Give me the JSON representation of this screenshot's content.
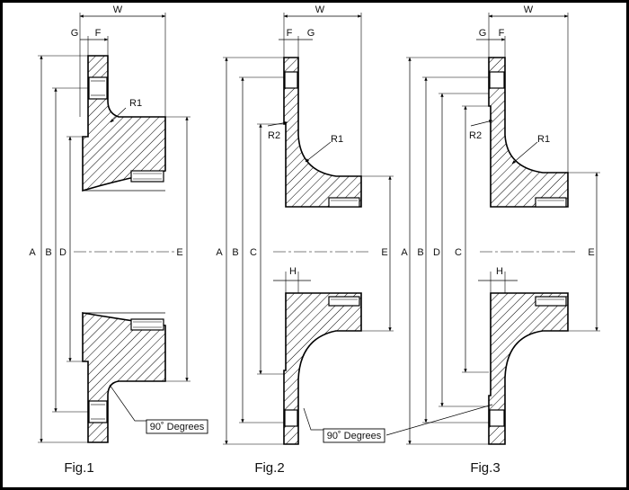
{
  "dimension_labels": {
    "W": "W",
    "G": "G",
    "F": "F",
    "R1": "R1",
    "R2": "R2",
    "A": "A",
    "B": "B",
    "C": "C",
    "D": "D",
    "E": "E",
    "H": "H"
  },
  "note": "90˚ Degrees",
  "figures": [
    {
      "caption": "Fig.1"
    },
    {
      "caption": "Fig.2"
    },
    {
      "caption": "Fig.3"
    }
  ]
}
